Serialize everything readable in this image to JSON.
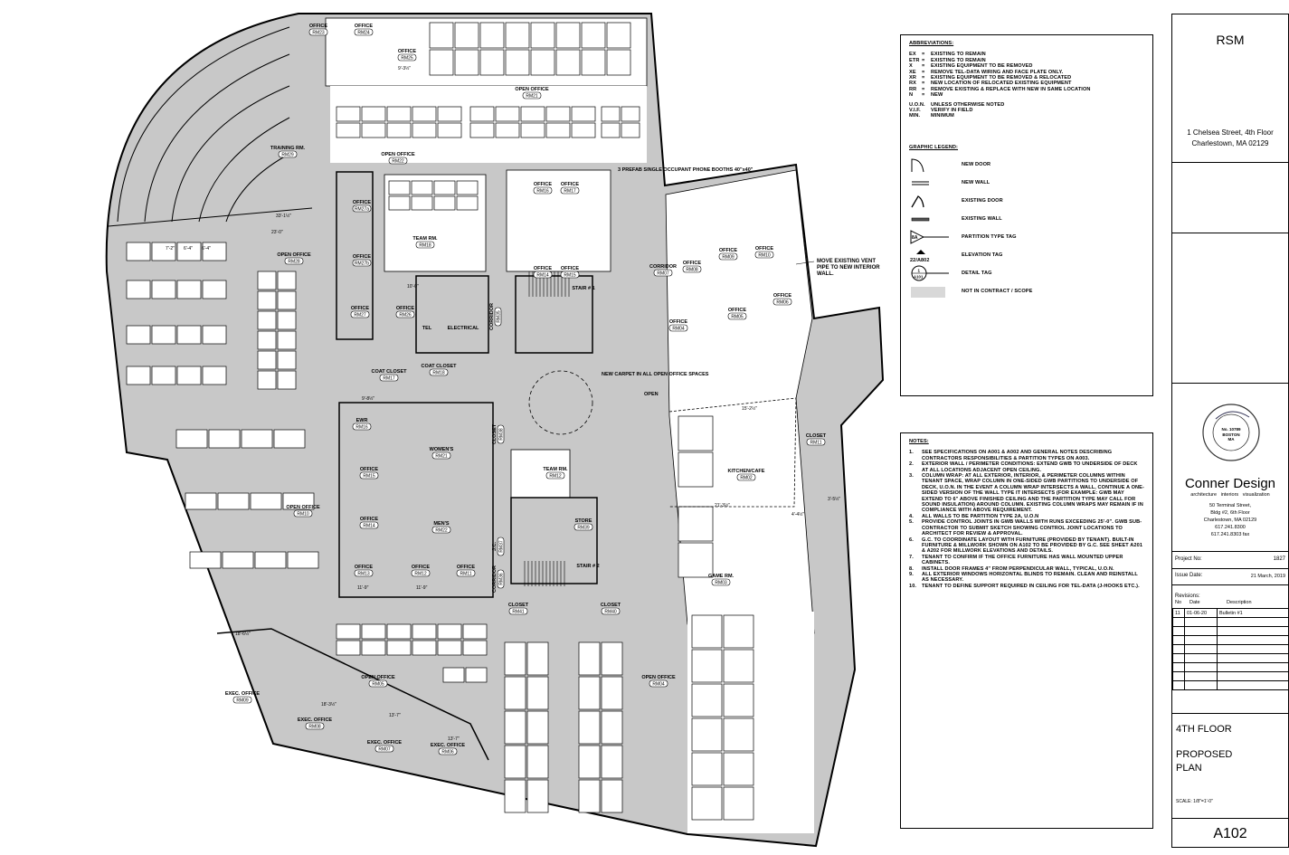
{
  "colors": {
    "not_in_contract": "#c8c8c8",
    "line": "#000000",
    "paper": "#ffffff"
  },
  "plan": {
    "rooms": [
      {
        "name": "OFFICE",
        "tag": "RM23"
      },
      {
        "name": "OFFICE",
        "tag": "RM24"
      },
      {
        "name": "OFFICE",
        "tag": "RM25"
      },
      {
        "name": "OPEN OFFICE",
        "tag": "RM21"
      },
      {
        "name": "OPEN OFFICE",
        "tag": "RM22"
      },
      {
        "name": "TRAINING RM.",
        "tag": "RM29"
      },
      {
        "name": "OFFICE",
        "tag": "RM27a"
      },
      {
        "name": "OFFICE",
        "tag": "RM27b"
      },
      {
        "name": "TEAM RM.",
        "tag": "RM18"
      },
      {
        "name": "OFFICE",
        "tag": "RM16"
      },
      {
        "name": "OFFICE",
        "tag": "RM17"
      },
      {
        "name": "OFFICE",
        "tag": "RM14"
      },
      {
        "name": "OFFICE",
        "tag": "RM15"
      },
      {
        "name": "OPEN OFFICE",
        "tag": "RM28"
      },
      {
        "name": "OFFICE",
        "tag": "RM27"
      },
      {
        "name": "OFFICE",
        "tag": "RM26"
      },
      {
        "name": "TEL",
        "tag": ""
      },
      {
        "name": "ELECTRICAL",
        "tag": ""
      },
      {
        "name": "CORRIDOR",
        "tag": "RM35"
      },
      {
        "name": "STAIR # 1",
        "tag": ""
      },
      {
        "name": "COAT CLOSET",
        "tag": "RM17"
      },
      {
        "name": "COAT CLOSET",
        "tag": "RM18"
      },
      {
        "name": "EWR",
        "tag": "RM16"
      },
      {
        "name": "WOMEN'S",
        "tag": "RM21"
      },
      {
        "name": "OFFICE",
        "tag": "RM15"
      },
      {
        "name": "OFFICE",
        "tag": "RM14"
      },
      {
        "name": "MEN'S",
        "tag": "RM22"
      },
      {
        "name": "TEAM RM.",
        "tag": "RM12"
      },
      {
        "name": "STORE",
        "tag": "RM39"
      },
      {
        "name": "CLOSET",
        "tag": "RM38"
      },
      {
        "name": "J.C.",
        "tag": "RM37"
      },
      {
        "name": "CORRIDOR",
        "tag": "RM36"
      },
      {
        "name": "OFFICE",
        "tag": "RM13"
      },
      {
        "name": "OFFICE",
        "tag": "RM12"
      },
      {
        "name": "OFFICE",
        "tag": "RM11"
      },
      {
        "name": "OPEN OFFICE",
        "tag": "RM10"
      },
      {
        "name": "CLOSET",
        "tag": "RM41"
      },
      {
        "name": "CLOSET",
        "tag": "RM40"
      },
      {
        "name": "OPEN OFFICE",
        "tag": "RM05"
      },
      {
        "name": "OPEN OFFICE",
        "tag": "RM04"
      },
      {
        "name": "EXEC. OFFICE",
        "tag": "RM09"
      },
      {
        "name": "EXEC. OFFICE",
        "tag": "RM08"
      },
      {
        "name": "EXEC. OFFICE",
        "tag": "RM07"
      },
      {
        "name": "EXEC. OFFICE",
        "tag": "RM06"
      },
      {
        "name": "CORRIDOR",
        "tag": "RM07"
      },
      {
        "name": "OFFICE",
        "tag": "RM08"
      },
      {
        "name": "OFFICE",
        "tag": "RM09"
      },
      {
        "name": "OFFICE",
        "tag": "RM10"
      },
      {
        "name": "OFFICE",
        "tag": "RM04"
      },
      {
        "name": "OFFICE",
        "tag": "RM05"
      },
      {
        "name": "OFFICE",
        "tag": "RM06"
      },
      {
        "name": "KITCHEN/CAFE",
        "tag": "RM02"
      },
      {
        "name": "GAME RM.",
        "tag": "RM03"
      },
      {
        "name": "CLOSET",
        "tag": "RM11"
      },
      {
        "name": "STAIR # 2",
        "tag": ""
      }
    ],
    "callouts": [
      "3 PREFAB SINGLE OCCUPANT PHONE BOOTHS 40\"x40\"",
      "NEW CARPET IN ALL OPEN OFFICE SPACES",
      "MOVE EXISTING VENT PIPE TO NEW INTERIOR WALL.",
      "OPEN"
    ],
    "dimensions": [
      "9'-3½\"",
      "33'-1½\"",
      "23'-0\"",
      "7'-2\"",
      "6'-4\"",
      "6'-4\"",
      "10'-0\"",
      "9'-8½\"",
      "18'-6½\"",
      "18'-3½\"",
      "13'-7\"",
      "13'-7\"",
      "15'-2½\"",
      "21'-3½\"",
      "3'-5½\"",
      "4'-4½\"",
      "11'-9\"",
      "11'-9\""
    ]
  },
  "abbreviations": {
    "title": "ABBREVIATIONS:",
    "codes": [
      {
        "code": "EX",
        "def": "EXISTING TO REMAIN"
      },
      {
        "code": "ETR",
        "def": "EXISTING TO REMAIN"
      },
      {
        "code": "X",
        "def": "EXISTING EQUIPMENT TO BE REMOVED"
      },
      {
        "code": "XE",
        "def": "REMOVE TEL-DATA WIRING AND FACE PLATE ONLY."
      },
      {
        "code": "XR",
        "def": "EXISTING EQUIPMENT TO BE REMOVED & RELOCATED"
      },
      {
        "code": "RX",
        "def": "NEW LOCATION OF RELOCATED EXISTING EQUIPMENT"
      },
      {
        "code": "RR",
        "def": "REMOVE EXISTING & REPLACE WITH NEW IN SAME LOCATION"
      },
      {
        "code": "N",
        "def": "NEW"
      }
    ],
    "terms": [
      {
        "code": "U.O.N.",
        "def": "UNLESS OTHERWISE NOTED"
      },
      {
        "code": "V.I.F.",
        "def": "VERIFY IN FIELD"
      },
      {
        "code": "MIN.",
        "def": "MINIMUM"
      }
    ]
  },
  "legend": {
    "title": "GRAPHIC LEGEND:",
    "items": [
      {
        "icon": "new-door",
        "label": "NEW DOOR"
      },
      {
        "icon": "new-wall",
        "label": "NEW WALL"
      },
      {
        "icon": "existing-door",
        "label": "EXISTING DOOR"
      },
      {
        "icon": "existing-wall",
        "label": "EXISTING WALL"
      },
      {
        "icon": "partition-type-tag",
        "label": "PARTITION TYPE TAG",
        "tag": "8A"
      },
      {
        "icon": "elevation-tag",
        "label": "ELEVATION TAG",
        "tag": "22/A802"
      },
      {
        "icon": "detail-tag",
        "label": "DETAIL TAG",
        "tag_top": "1",
        "tag_bottom": "A101"
      },
      {
        "icon": "gray-swatch",
        "label": "NOT IN CONTRACT / SCOPE"
      }
    ]
  },
  "notes": {
    "title": "NOTES:",
    "items": [
      "SEE SPECIFICATIONS ON A001 & A002 AND GENERAL NOTES DESCRIBING CONTRACTORS RESPONSIBILITIES & PARTITION TYPES ON A003.",
      "EXTERIOR WALL / PERIMETER CONDITIONS: EXTEND GWB TO UNDERSIDE OF DECK AT ALL LOCATIONS ADJACENT OPEN CEILING.",
      "COLUMN WRAP: AT ALL EXTERIOR, INTERIOR, & PERIMETER COLUMNS WITHIN TENANT SPACE, WRAP COLUMN IN ONE-SIDED GWB PARTITIONS TO UNDERSIDE OF DECK, U.O.N. IN THE EVENT A COLUMN WRAP INTERSECTS A WALL, CONTINUE A ONE-SIDED VERSION OF THE WALL TYPE IT INTERSECTS (FOR EXAMPLE: GWB MAY EXTEND TO 6\" ABOVE FINISHED CEILING AND THE PARTITION TYPE MAY CALL FOR SOUND INSULATION) AROUND COLUMN. EXISTING COLUMN WRAPS MAY REMAIN IF IN COMPLIANCE WITH ABOVE REQUIREMENT.",
      "ALL WALLS TO BE PARTITION TYPE 2A, U.O.N",
      "PROVIDE CONTROL JOINTS IN GWB WALLS WITH RUNS EXCEEDING 25'-0\". GWB SUB-CONTRACTOR TO SUBMIT SKETCH SHOWING CONTROL JOINT LOCATIONS TO ARCHITECT FOR REVIEW & APPROVAL.",
      "G.C. TO COORDINATE LAYOUT WITH FURNITURE (PROVIDED BY TENANT). BUILT-IN FURNITURE & MILLWORK SHOWN ON A102 TO BE PROVIDED BY G.C. SEE SHEET A201 & A202 FOR MILLWORK ELEVATIONS AND DETAILS.",
      "TENANT TO CONFIRM IF THE OFFICE FURNITURE HAS WALL MOUNTED UPPER CABINETS.",
      "INSTALL DOOR FRAMES 4\" FROM PERPENDICULAR WALL, TYPICAL, U.O.N.",
      "ALL EXTERIOR WINDOWS HORIZONTAL BLINDS TO REMAIN. CLEAN AND REINSTALL AS NECESSARY.",
      "TENANT TO DEFINE SUPPORT REQUIRED IN CEILING FOR TEL-DATA (J-HOOKS ETC.)."
    ]
  },
  "title_block": {
    "client": "RSM",
    "client_address_1": "1 Chelsea Street, 4th Floor",
    "client_address_2": "Charlestown, MA 02129",
    "seal_text": "REGISTERED ARCHITECT · No. 10789 · BOSTON MA · COMMONWEALTH OF MASSACHUSETTS",
    "firm": "Conner Design",
    "firm_tagline": "architecture   interiors   visualization",
    "firm_address": [
      "50 Terminal Street,",
      "Bldg #2, 6th Floor",
      "Charlestown, MA 02129",
      "617.241.8300",
      "617.241.8303 fax"
    ],
    "project_no_label": "Project No:",
    "project_no": "1827",
    "issue_date_label": "Issue Date:",
    "issue_date": "21 March, 2019",
    "revisions_label": "Revisions:",
    "revision_headers": [
      "No",
      "Date",
      "Description"
    ],
    "revisions": [
      {
        "no": "11",
        "date": "01-06-20",
        "desc": "Bulletin #1"
      }
    ],
    "sheet_title_1": "4TH FLOOR",
    "sheet_title_2": "PROPOSED",
    "sheet_title_3": "PLAN",
    "scale": "SCALE: 1/8\"=1'-0\"",
    "sheet_number": "A102"
  }
}
